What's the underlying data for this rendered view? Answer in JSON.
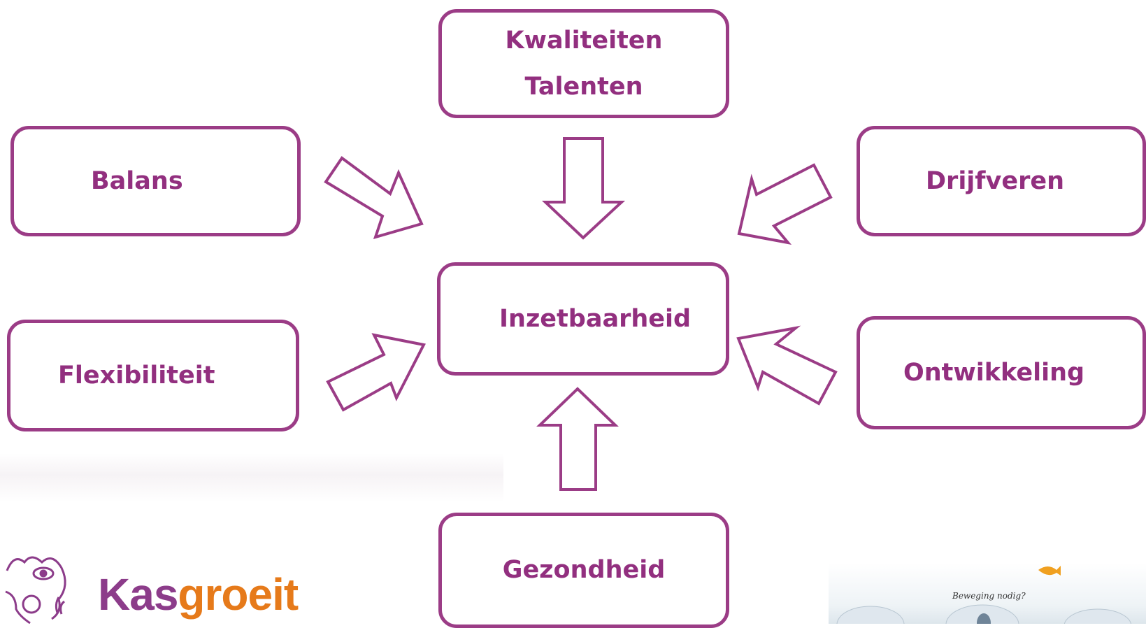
{
  "diagram": {
    "center": {
      "label": "Inzetbaarheid"
    },
    "top": {
      "line1": "Kwaliteiten",
      "line2": "Talenten"
    },
    "left_upper": {
      "label": "Balans"
    },
    "right_upper": {
      "label": "Drijfveren"
    },
    "left_lower": {
      "label": "Flexibiliteit"
    },
    "right_lower": {
      "label": "Ontwikkeling"
    },
    "bottom": {
      "label": "Gezondheid"
    }
  },
  "logo": {
    "part1": "Kas",
    "part2": "groeit",
    "colors": [
      "#8c3c8a",
      "#e67a1a"
    ]
  },
  "photo": {
    "caption": "Beweging nodig?"
  },
  "colors": {
    "accent": "#9b3c86",
    "text": "#922f7f"
  }
}
